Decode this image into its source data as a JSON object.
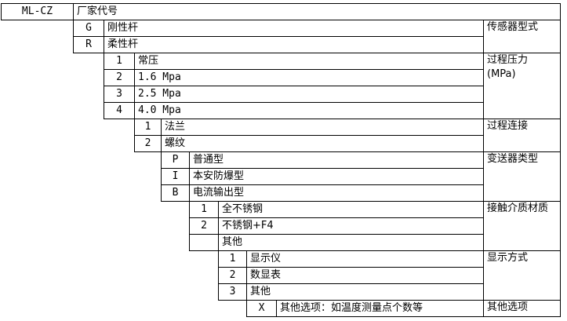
{
  "header": {
    "code": "ML-CZ",
    "label": "厂家代号"
  },
  "sensor_type": {
    "category": "传感器型式",
    "options": [
      {
        "code": "G",
        "label": "刚性杆"
      },
      {
        "code": "R",
        "label": "柔性杆"
      }
    ]
  },
  "pressure": {
    "category": "过程压力\n(MPa)",
    "options": [
      {
        "code": "1",
        "label": "常压"
      },
      {
        "code": "2",
        "label": "1.6 Mpa"
      },
      {
        "code": "3",
        "label": "2.5 Mpa"
      },
      {
        "code": "4",
        "label": "4.0 Mpa"
      }
    ]
  },
  "connection": {
    "category": "过程连接",
    "options": [
      {
        "code": "1",
        "label": "法兰"
      },
      {
        "code": "2",
        "label": "螺纹"
      }
    ]
  },
  "transmitter": {
    "category": "变送器类型",
    "options": [
      {
        "code": "P",
        "label": "普通型"
      },
      {
        "code": "I",
        "label": "本安防爆型"
      },
      {
        "code": "B",
        "label": "电流输出型"
      }
    ]
  },
  "material": {
    "category": "接触介质材质",
    "options": [
      {
        "code": "1",
        "label": "全不锈钢"
      },
      {
        "code": "2",
        "label": "不锈钢+F4"
      },
      {
        "code": "",
        "label": "其他"
      }
    ]
  },
  "display": {
    "category": "显示方式",
    "options": [
      {
        "code": "1",
        "label": "显示仪"
      },
      {
        "code": "2",
        "label": "数显表"
      },
      {
        "code": "3",
        "label": "其他"
      }
    ]
  },
  "other": {
    "category": "其他选项",
    "options": [
      {
        "code": "X",
        "label": "其他选项：如温度测量点个数等"
      }
    ]
  }
}
